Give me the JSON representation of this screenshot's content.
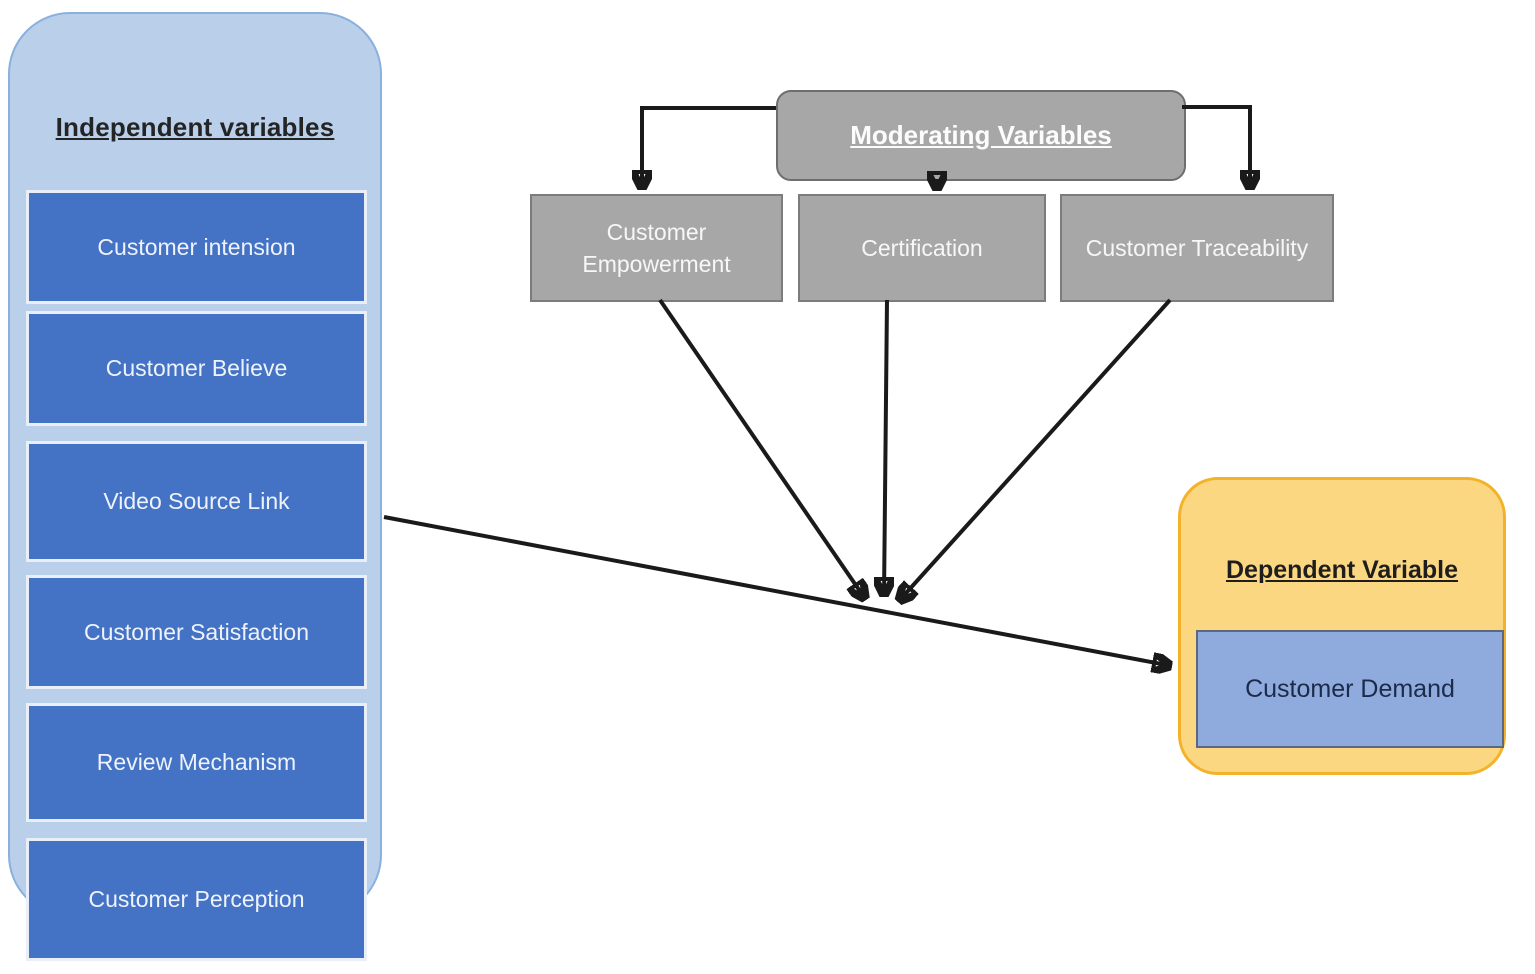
{
  "independent": {
    "title": "Independent variables",
    "items": [
      {
        "label": "Customer intension"
      },
      {
        "label": "Customer Believe"
      },
      {
        "label": "Video Source Link"
      },
      {
        "label": "Customer Satisfaction"
      },
      {
        "label": "Review Mechanism"
      },
      {
        "label": "Customer Perception"
      }
    ]
  },
  "moderating": {
    "title": "Moderating Variables",
    "items": [
      {
        "label": "Customer Empowerment"
      },
      {
        "label": "Certification"
      },
      {
        "label": "Customer Traceability"
      }
    ]
  },
  "dependent": {
    "title": "Dependent Variable",
    "box_label": "Customer Demand"
  },
  "colors": {
    "independent_panel_bg": "#b9cfea",
    "independent_box_bg": "#4472c4",
    "moderating_box_bg": "#a7a7a7",
    "dependent_panel_bg": "#fcd781",
    "dependent_panel_border": "#f2b32b",
    "dependent_box_bg": "#8faadc",
    "arrow": "#1a1a1a"
  }
}
